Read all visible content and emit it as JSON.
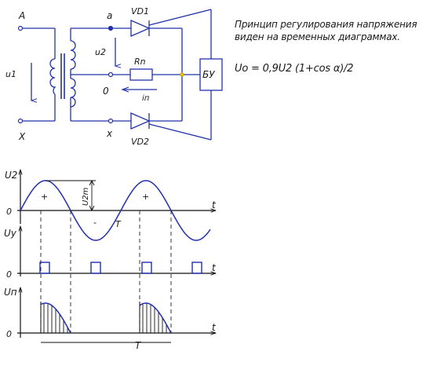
{
  "circuit": {
    "terminal_a_upper": "A",
    "terminal_x_lower": "X",
    "input_voltage": "u1",
    "secondary_voltage": "u2",
    "node_a": "a",
    "node_zero": "0",
    "node_x": "x",
    "diode_top": "VD1",
    "diode_bottom": "VD2",
    "load": "Rn",
    "load_current": "iп",
    "control_block": "БУ"
  },
  "note": {
    "line1": "Принцип регулирования напряжения",
    "line2": "виден на временных диаграммах.",
    "formula": "Uо = 0,9U2 (1+cos α)/2"
  },
  "diagrams": {
    "u2": {
      "ylabel": "U2",
      "zero": "0",
      "t": "t",
      "plus1": "+",
      "plus2": "+",
      "minus": "-",
      "amplitude": "U2m",
      "period": "T"
    },
    "uy": {
      "ylabel": "Uy",
      "zero": "0",
      "t": "t"
    },
    "un": {
      "ylabel": "Uп",
      "zero": "0",
      "t": "t",
      "period": "T"
    }
  },
  "colors": {
    "wire": "#2233aa",
    "graph": "#1f2fb0",
    "text": "#1a1a1a",
    "axis": "#111111",
    "node": "#2233aa"
  }
}
